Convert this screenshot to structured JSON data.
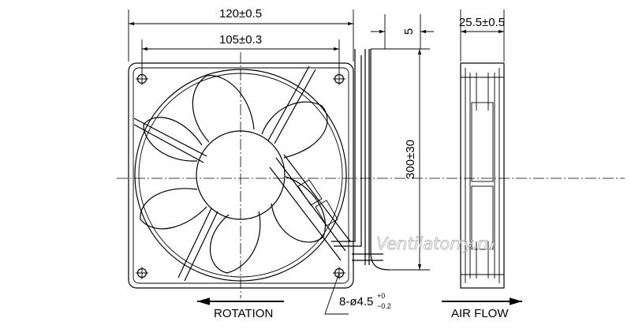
{
  "dimensions": {
    "outer_width": "120±0.5",
    "hole_pitch": "105±0.3",
    "lead_offset": "5",
    "depth": "25.5±0.5",
    "lead_length": "300±30",
    "hole_prefix": "8-ø4.5",
    "hole_tol_upper": "+0",
    "hole_tol_lower": "−0.2"
  },
  "labels": {
    "rotation": "ROTATION",
    "air_flow": "AIR FLOW"
  },
  "watermark": "Ventilatorry.ru"
}
